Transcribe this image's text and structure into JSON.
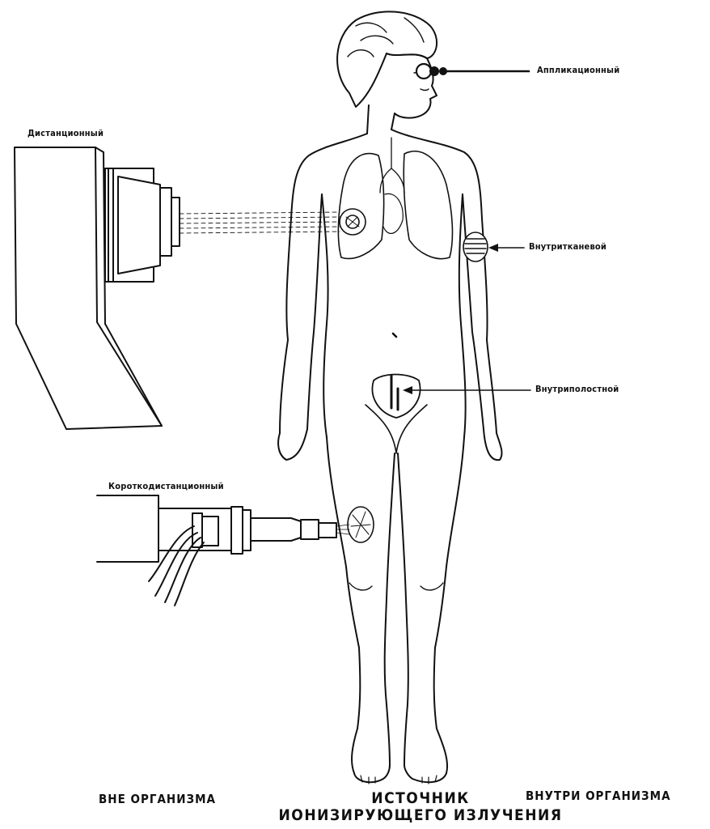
{
  "labels": {
    "applicational": "Аппликационный",
    "distance": "Дистанционный",
    "interstitial": "Внутритканевой",
    "intracavitary": "Внутриполостной",
    "short_distance": "Короткодистанционный"
  },
  "footer": {
    "outside": "ВНЕ ОРГАНИЗМА",
    "inside": "ВНУТРИ ОРГАНИЗМА",
    "title_line1": "ИСТОЧНИК",
    "title_line2": "ИОНИЗИРУЮЩЕГО ИЗЛУЧЕНИЯ"
  }
}
